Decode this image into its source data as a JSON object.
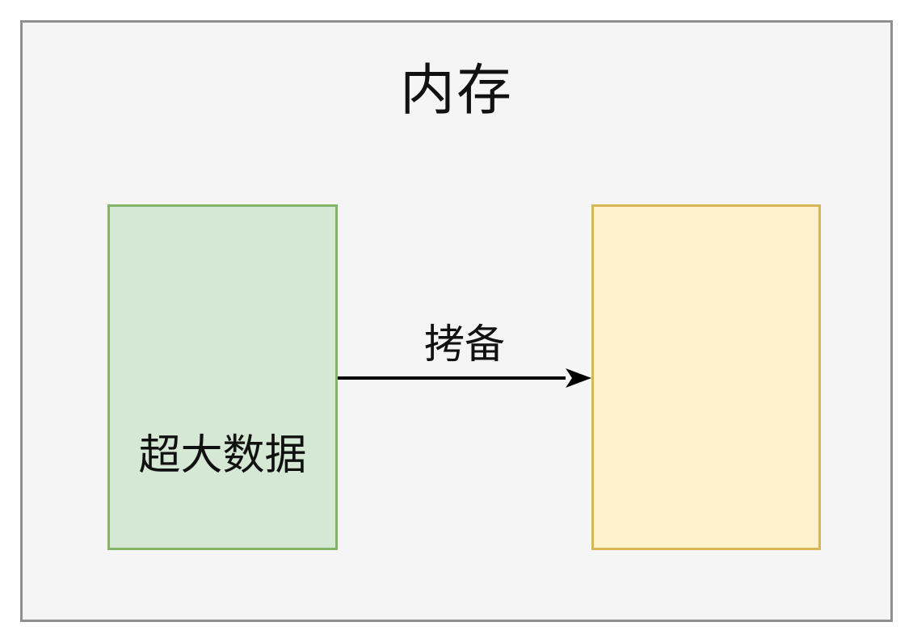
{
  "diagram": {
    "title": "内存",
    "container": {
      "fill": "#f5f5f5",
      "border": "#8f8f8f"
    },
    "nodes": [
      {
        "id": "source",
        "label": "超大数据",
        "fill": "#d5e8d4",
        "border": "#82b366"
      },
      {
        "id": "target",
        "fill": "#fff2cc",
        "border": "#d6b656"
      }
    ],
    "edges": [
      {
        "from": "source",
        "to": "target",
        "label": "拷备",
        "color": "#000000",
        "direction": "right"
      }
    ]
  }
}
